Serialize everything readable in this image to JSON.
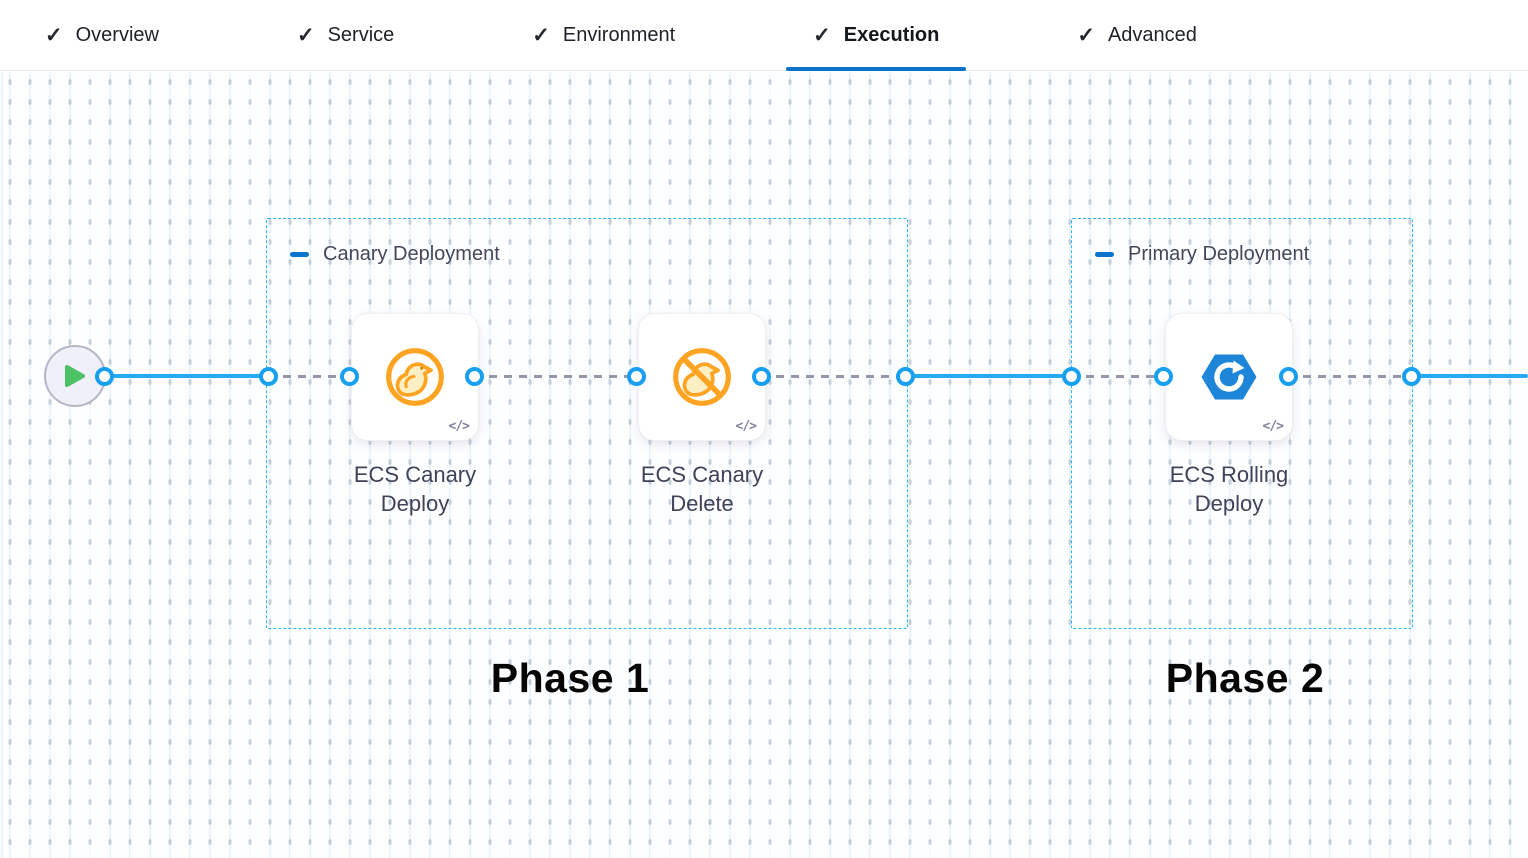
{
  "header": {
    "check_glyph": "✓",
    "tabs": [
      {
        "label": "Overview",
        "checked": true,
        "active": false
      },
      {
        "label": "Service",
        "checked": true,
        "active": false
      },
      {
        "label": "Environment",
        "checked": true,
        "active": false
      },
      {
        "label": "Execution",
        "checked": true,
        "active": true
      },
      {
        "label": "Advanced",
        "checked": true,
        "active": false
      }
    ],
    "active_underline_color": "#0b72c8"
  },
  "pipeline": {
    "start_node": {
      "icon": "play-icon"
    },
    "stages": [
      {
        "title": "Canary Deployment",
        "phase_label": "Phase 1",
        "steps": [
          {
            "name": "ECS Canary Deploy",
            "icon": "ecs-canary-deploy-icon"
          },
          {
            "name": "ECS Canary Delete",
            "icon": "ecs-canary-delete-icon"
          }
        ]
      },
      {
        "title": "Primary Deployment",
        "phase_label": "Phase 2",
        "steps": [
          {
            "name": "ECS Rolling Deploy",
            "icon": "ecs-rolling-deploy-icon"
          }
        ]
      }
    ],
    "step_code_glyph": "</>",
    "colors": {
      "connector_blue": "#27aaf2",
      "connector_grey": "#9496ac",
      "group_border_cyan": "#2eb6f3",
      "collapse_dash_blue": "#0a74cf",
      "canary_orange": "#ffa422",
      "ecs_blue": "#1e86d8",
      "play_green": "#4cc165"
    }
  }
}
